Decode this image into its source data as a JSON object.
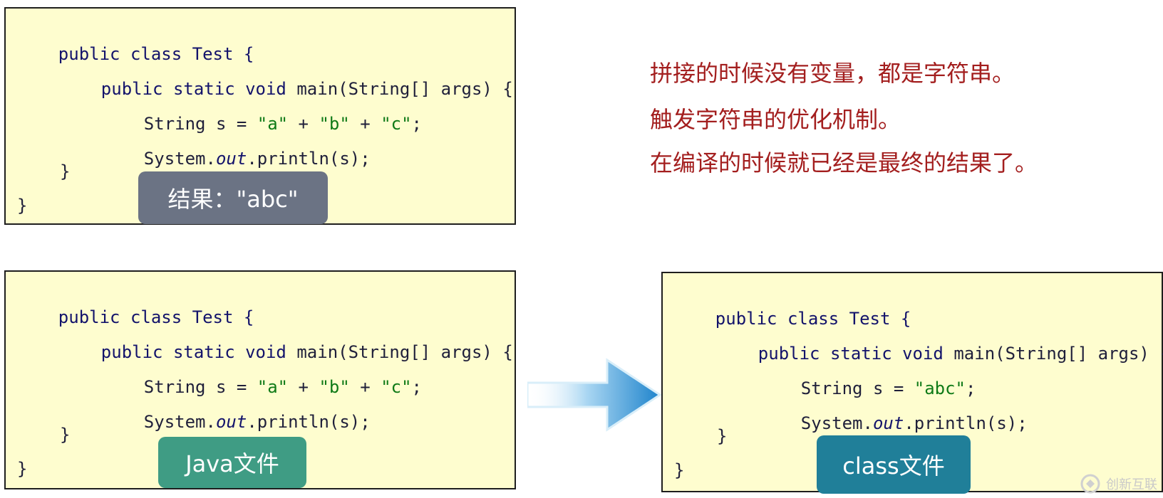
{
  "top_code": {
    "lines": [
      "public class Test {",
      "public static void main(String[] args) {",
      "String s = \"a\" + \"b\" + \"c\";",
      "System.out.println(s);",
      "}",
      "}"
    ],
    "badge": "结果：\"abc\""
  },
  "notes": [
    "拼接的时候没有变量，都是字符串。",
    "触发字符串的优化机制。",
    "在编译的时候就已经是最终的结果了。"
  ],
  "java_code": {
    "lines": [
      "public class Test {",
      "public static void main(String[] args) {",
      "String s = \"a\" + \"b\" + \"c\";",
      "System.out.println(s);",
      "}",
      "}"
    ],
    "badge": "Java文件"
  },
  "class_code": {
    "lines": [
      "public class Test {",
      "public static void main(String[] args) {",
      "String s = \"abc\";",
      "System.out.println(s);",
      "}",
      "}"
    ],
    "badge": "class文件"
  },
  "watermark": {
    "text": "创新互联"
  },
  "colors": {
    "code_bg": "#fefdcf",
    "note_red": "#a31e1e",
    "badge_gray": "#6b7384",
    "badge_green": "#3f9c84",
    "badge_teal": "#207f99",
    "arrow_blue": "#2d8fd0"
  }
}
